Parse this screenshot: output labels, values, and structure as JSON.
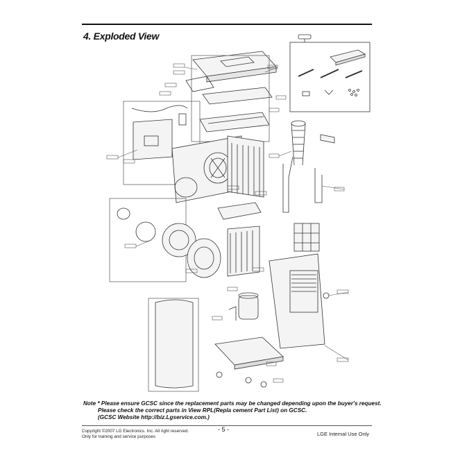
{
  "section_title": "4. Exploded View",
  "note": {
    "line1": "Note * Please ensure GCSC since the replacement parts may be changed depending upon the buyer's request.",
    "line2": "Please check  the correct parts in View RPL(Repla   cement Part List) on GCSC.",
    "line3": "(GCSC Website  http://biz.Lgservice.com.)"
  },
  "footer": {
    "copyright": "Copyright ©2007 LG Electronics. Inc. All right reserved.",
    "training": "Only for training and service purposes",
    "page_number": "- 5 -",
    "internal": "LGE Internal Use Only"
  },
  "colors": {
    "ink": "#111111",
    "line": "#333333",
    "fill": "#f4f4f4"
  }
}
